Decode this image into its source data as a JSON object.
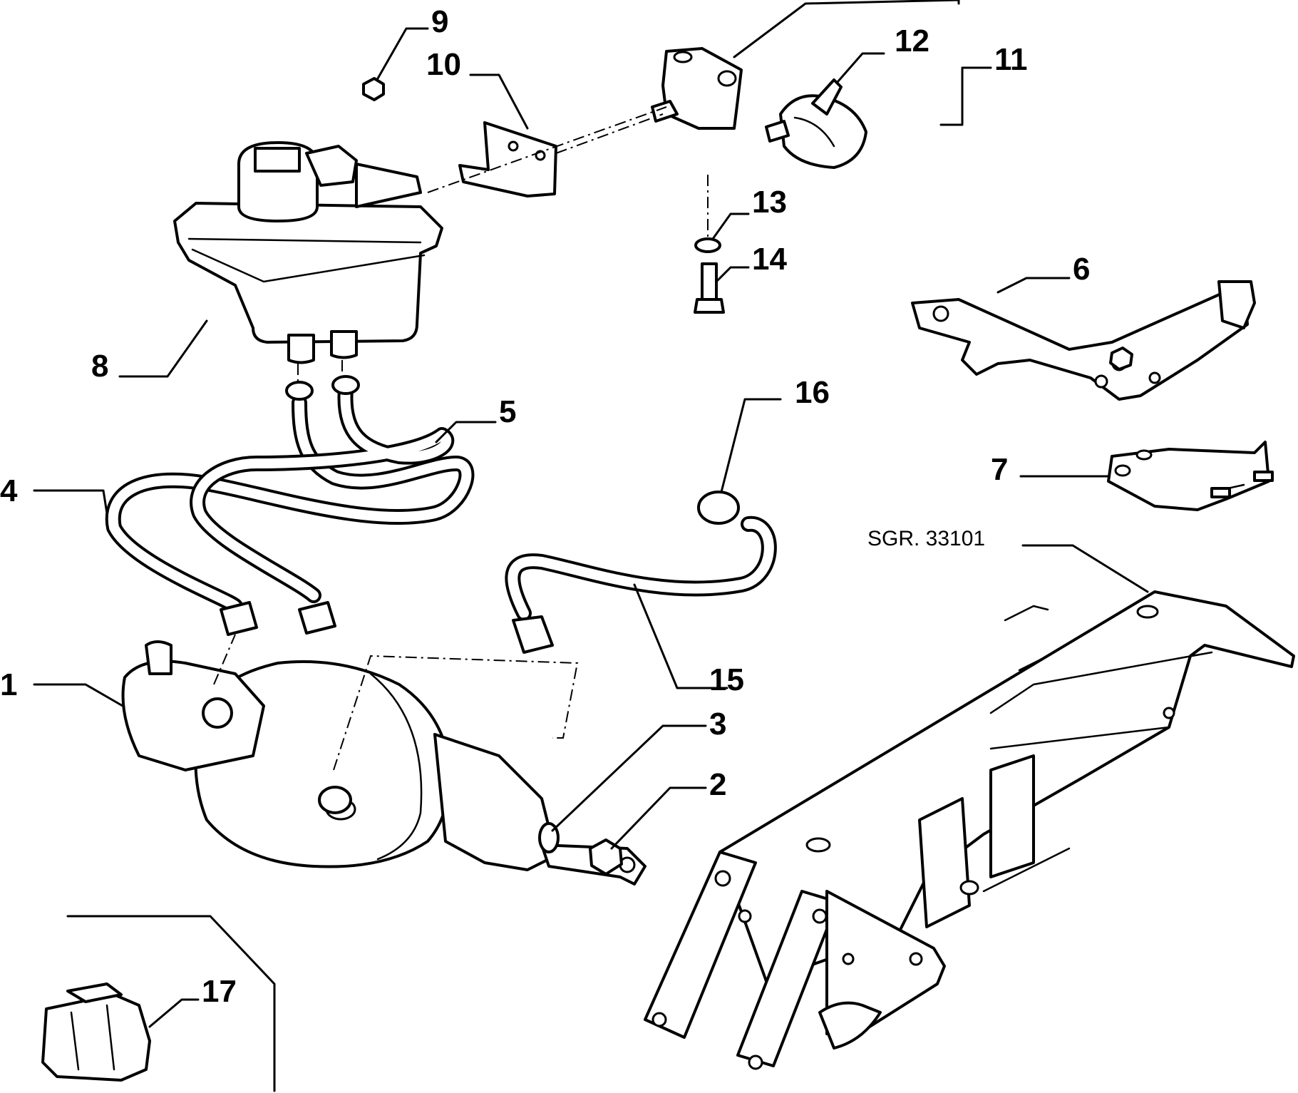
{
  "diagram": {
    "reference_code": "SGR. 33101",
    "part_labels": [
      "1",
      "2",
      "3",
      "4",
      "5",
      "6",
      "7",
      "8",
      "9",
      "10",
      "11",
      "12",
      "13",
      "14",
      "15",
      "16",
      "17"
    ]
  },
  "colors": {
    "line": "#000000",
    "background": "#ffffff"
  }
}
